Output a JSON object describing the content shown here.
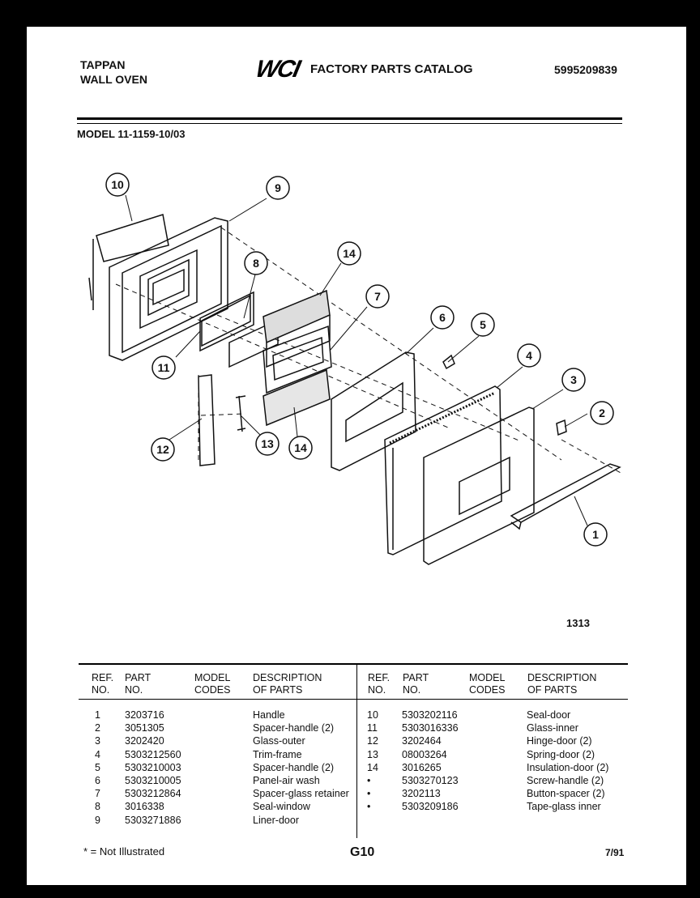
{
  "header": {
    "brand_line1": "TAPPAN",
    "brand_line2": "WALL OVEN",
    "logo": "WCI",
    "catalog_title": "FACTORY PARTS CATALOG",
    "catalog_number": "5995209839",
    "model": "MODEL 11-1159-10/03"
  },
  "diagram": {
    "callouts": [
      "10",
      "9",
      "8",
      "14",
      "7",
      "6",
      "5",
      "4",
      "3",
      "2",
      "1",
      "11",
      "12",
      "13",
      "14"
    ],
    "figure_number": "1313"
  },
  "table": {
    "headers": {
      "ref": [
        "REF.",
        "NO."
      ],
      "part": [
        "PART",
        "NO."
      ],
      "codes": [
        "MODEL",
        "CODES"
      ],
      "desc": [
        "DESCRIPTION",
        "OF PARTS"
      ]
    },
    "left_rows": [
      {
        "ref": "1",
        "part": "3203716",
        "codes": "",
        "desc": "Handle"
      },
      {
        "ref": "2",
        "part": "3051305",
        "codes": "",
        "desc": "Spacer-handle (2)"
      },
      {
        "ref": "3",
        "part": "3202420",
        "codes": "",
        "desc": "Glass-outer"
      },
      {
        "ref": "4",
        "part": "5303212560",
        "codes": "",
        "desc": "Trim-frame"
      },
      {
        "ref": "5",
        "part": "5303210003",
        "codes": "",
        "desc": "Spacer-handle (2)"
      },
      {
        "ref": "6",
        "part": "5303210005",
        "codes": "",
        "desc": "Panel-air wash"
      },
      {
        "ref": "7",
        "part": "5303212864",
        "codes": "",
        "desc": "Spacer-glass retainer"
      },
      {
        "ref": "8",
        "part": "3016338",
        "codes": "",
        "desc": "Seal-window"
      },
      {
        "ref": "9",
        "part": "5303271886",
        "codes": "",
        "desc": "Liner-door"
      }
    ],
    "right_rows": [
      {
        "ref": "10",
        "part": "5303202116",
        "codes": "",
        "desc": "Seal-door"
      },
      {
        "ref": "11",
        "part": "5303016336",
        "codes": "",
        "desc": "Glass-inner"
      },
      {
        "ref": "12",
        "part": "3202464",
        "codes": "",
        "desc": "Hinge-door (2)"
      },
      {
        "ref": "13",
        "part": "08003264",
        "codes": "",
        "desc": "Spring-door (2)"
      },
      {
        "ref": "14",
        "part": "3016265",
        "codes": "",
        "desc": "Insulation-door (2)"
      },
      {
        "ref": "•",
        "part": "5303270123",
        "codes": "",
        "desc": "Screw-handle (2)"
      },
      {
        "ref": "•",
        "part": "3202113",
        "codes": "",
        "desc": "Button-spacer (2)"
      },
      {
        "ref": "•",
        "part": "5303209186",
        "codes": "",
        "desc": "Tape-glass inner"
      }
    ]
  },
  "footer": {
    "note": "* = Not Illustrated",
    "page": "G10",
    "date": "7/91"
  }
}
